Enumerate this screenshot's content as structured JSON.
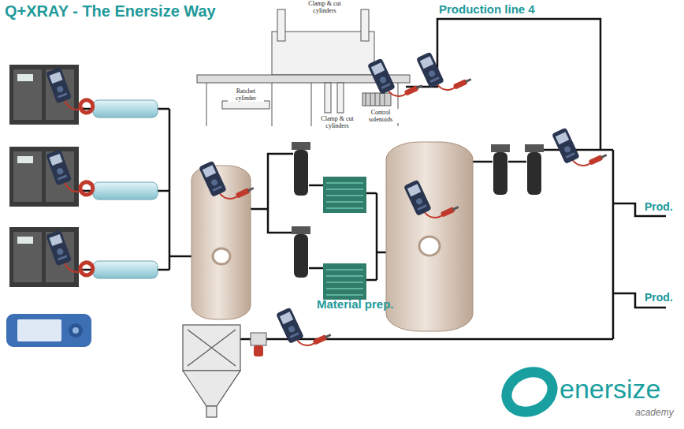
{
  "diagram": {
    "title": "Q+XRAY - The Enersize Way",
    "labels": [
      "Clamp & cut cylinders",
      "Ratchet cylinder",
      "Clamp & cut cylinders",
      "Control solenoids",
      "Production line 4",
      "Prod.",
      "Prod.",
      "Material prep.",
      "enersize",
      "academy"
    ]
  }
}
